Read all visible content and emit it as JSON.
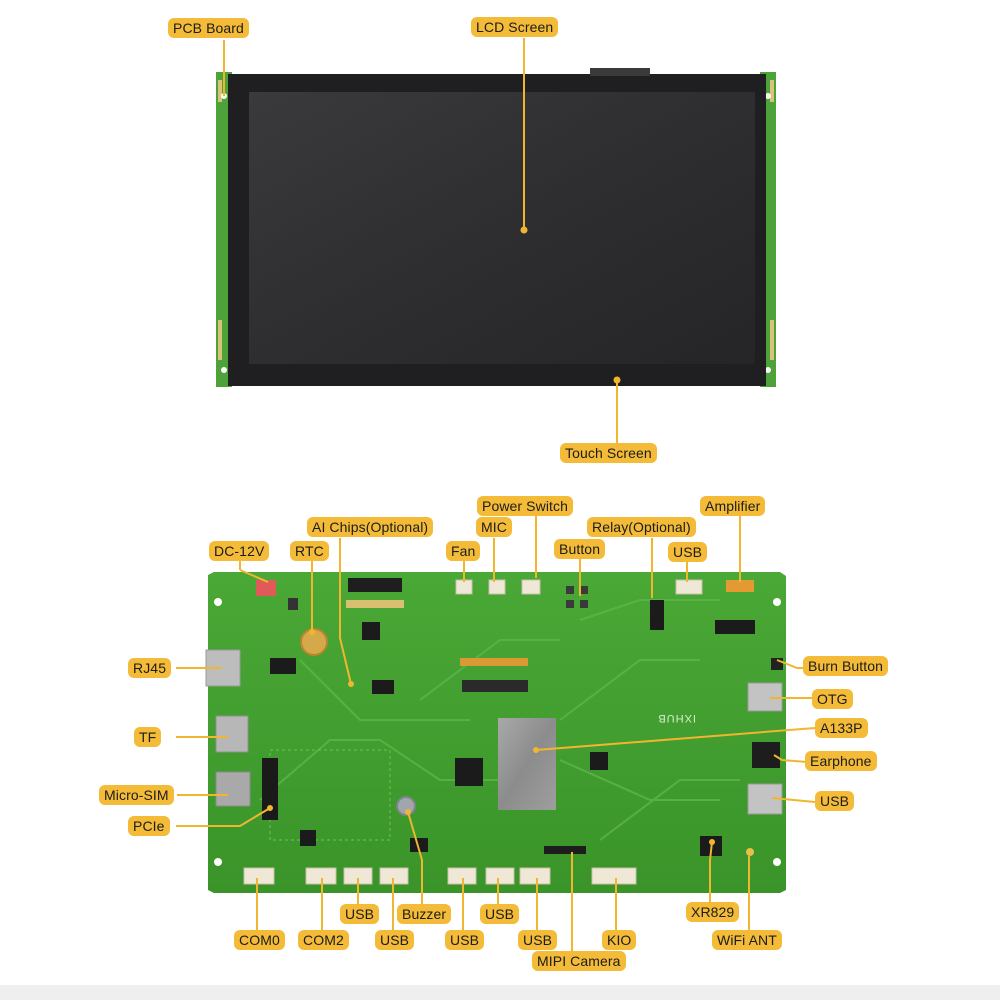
{
  "top_board": {
    "labels": {
      "pcb_board": "PCB Board",
      "lcd_screen": "LCD Screen",
      "touch_screen": "Touch Screen"
    }
  },
  "bottom_board": {
    "silkscreen_logo": "IXHUB",
    "labels": {
      "power_switch": "Power Switch",
      "amplifier": "Amplifier",
      "ai_chips": "AI Chips(Optional)",
      "mic": "MIC",
      "relay": "Relay(Optional)",
      "dc_12v": "DC-12V",
      "rtc": "RTC",
      "fan": "Fan",
      "button": "Button",
      "usb_top": "USB",
      "burn_button": "Burn Button",
      "rj45": "RJ45",
      "otg": "OTG",
      "a133p": "A133P",
      "tf": "TF",
      "earphone": "Earphone",
      "micro_sim": "Micro-SIM",
      "usb_right": "USB",
      "pcie": "PCIe",
      "usb_b1": "USB",
      "buzzer": "Buzzer",
      "usb_b2": "USB",
      "xr829": "XR829",
      "com0": "COM0",
      "com2": "COM2",
      "usb_b3": "USB",
      "usb_b4": "USB",
      "usb_b5": "USB",
      "kio": "KIO",
      "wifi_ant": "WiFi ANT",
      "mipi_camera": "MIPI Camera"
    }
  },
  "colors": {
    "label_bg": "#f3bb38",
    "leader_line": "#f0b630",
    "pcb_green": "#3f9d2e",
    "screen_dark": "#2f2f31"
  }
}
